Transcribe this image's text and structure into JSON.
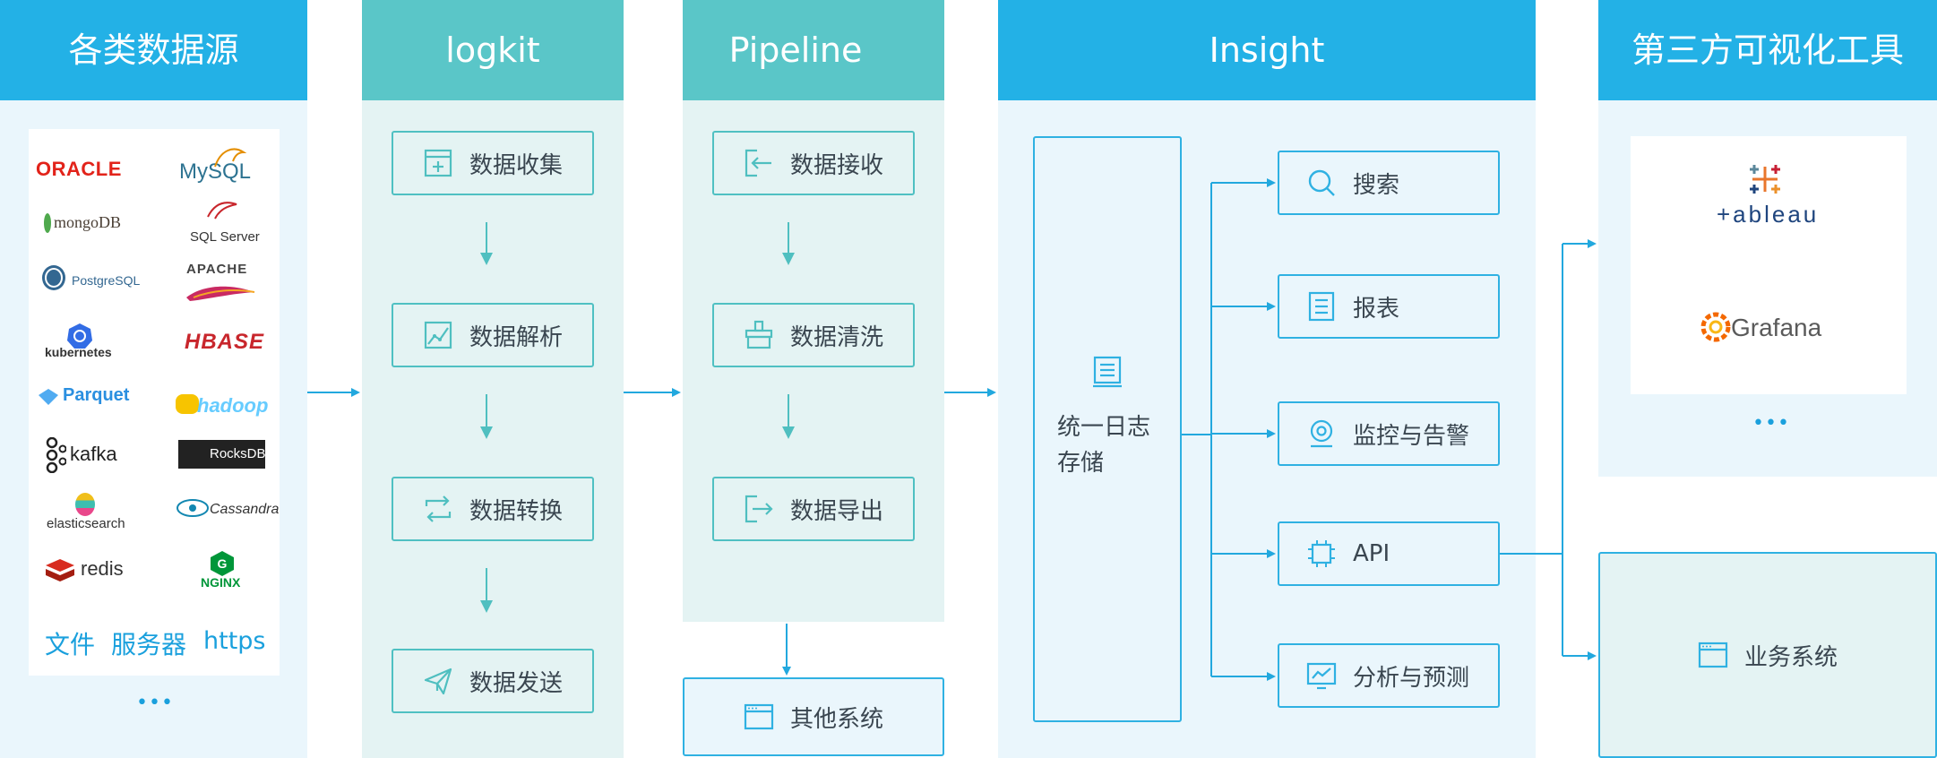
{
  "columns": {
    "sources": {
      "title": "各类数据源",
      "logos": [
        "ORACLE",
        "MySQL",
        "mongoDB",
        "SQL Server",
        "PostgreSQL",
        "APACHE",
        "kubernetes",
        "HBASE",
        "Parquet",
        "hadoop",
        "kafka",
        "RocksDB",
        "elasticsearch",
        "Cassandra",
        "redis",
        "NGINX"
      ],
      "text_sources": [
        "文件",
        "服务器",
        "https"
      ],
      "more": "•••"
    },
    "logkit": {
      "title": "logkit",
      "steps": [
        "数据收集",
        "数据解析",
        "数据转换",
        "数据发送"
      ]
    },
    "pipeline": {
      "title": "Pipeline",
      "steps": [
        "数据接收",
        "数据清洗",
        "数据导出"
      ],
      "other_system": "其他系统"
    },
    "insight": {
      "title": "Insight",
      "storage": [
        "统一日志",
        "存储"
      ],
      "features": [
        "搜索",
        "报表",
        "监控与告警",
        "API",
        "分析与预测"
      ]
    },
    "third_party": {
      "title": "第三方可视化工具",
      "tools": [
        "+ableau",
        "Grafana"
      ],
      "more": "•••",
      "business_system": "业务系统"
    }
  },
  "colors": {
    "blue_header": "#23b1e6",
    "teal_header": "#5ac6c8",
    "blue_light": "#eaf6fc",
    "teal_light": "#e4f3f3",
    "teal_border": "#4fc0c2",
    "blue_border": "#2fb1e2",
    "arrow_blue": "#22a8de",
    "arrow_teal": "#4fbfc0"
  }
}
